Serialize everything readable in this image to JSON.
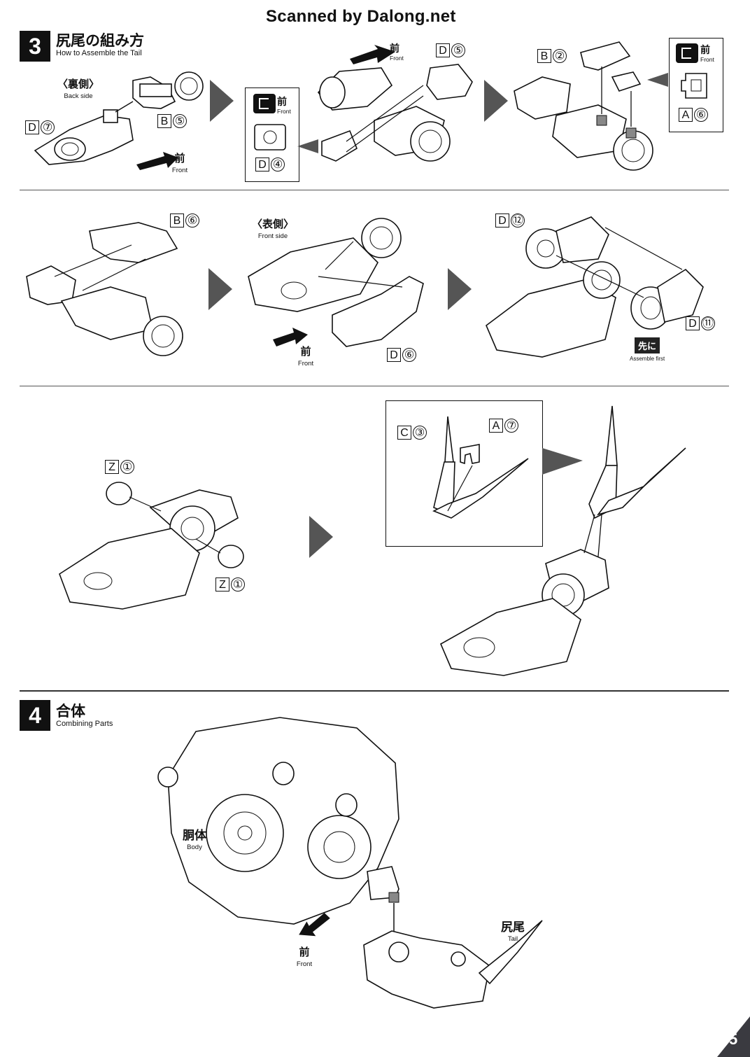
{
  "watermark": "Scanned by Dalong.net",
  "step3": {
    "number": "3",
    "title": "尻尾の組み方",
    "subtitle": "How to Assemble the Tail"
  },
  "step4": {
    "number": "4",
    "title": "合体",
    "subtitle": "Combining Parts"
  },
  "labels": {
    "back_side_jp": "〈裏側〉",
    "back_side_en": "Back side",
    "front_side_jp": "〈表側〉",
    "front_side_en": "Front side",
    "front_jp": "前",
    "front_en": "Front",
    "assemble_first_jp": "先に",
    "assemble_first_en": "Assemble first",
    "body_jp": "胴体",
    "body_en": "Body",
    "tail_jp": "尻尾",
    "tail_en": "Tail"
  },
  "parts": {
    "d7": {
      "letter": "D",
      "num": "⑦"
    },
    "b5": {
      "letter": "B",
      "num": "⑤"
    },
    "d4": {
      "letter": "D",
      "num": "④"
    },
    "d5": {
      "letter": "D",
      "num": "⑤"
    },
    "b2": {
      "letter": "B",
      "num": "②"
    },
    "a6": {
      "letter": "A",
      "num": "⑥"
    },
    "b6": {
      "letter": "B",
      "num": "⑥"
    },
    "d6": {
      "letter": "D",
      "num": "⑥"
    },
    "d12": {
      "letter": "D",
      "num": "⑫"
    },
    "d11": {
      "letter": "D",
      "num": "⑪"
    },
    "z1a": {
      "letter": "Z",
      "num": "①"
    },
    "z1b": {
      "letter": "Z",
      "num": "①"
    },
    "c3": {
      "letter": "C",
      "num": "③"
    },
    "a7": {
      "letter": "A",
      "num": "⑦"
    }
  },
  "page_number": "5"
}
